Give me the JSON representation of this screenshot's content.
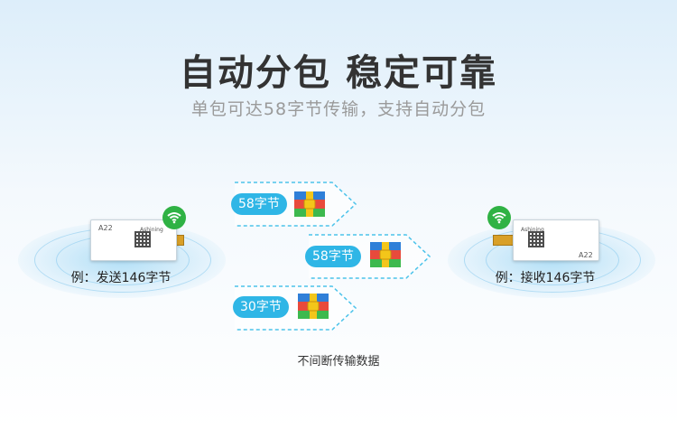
{
  "title": "自动分包 稳定可靠",
  "subtitle": "单包可达58字节传输，支持自动分包",
  "left_device": {
    "caption": "例：发送146字节",
    "model": "A22",
    "brand": "Ashining"
  },
  "right_device": {
    "caption": "例：接收146字节",
    "model": "A22",
    "brand": "Ashining"
  },
  "packets": [
    {
      "label": "58字节"
    },
    {
      "label": "58字节"
    },
    {
      "label": "30字节"
    }
  ],
  "footer": "不间断传输数据",
  "colors": {
    "badge": "#2fb6e6",
    "wifi": "#2fb244",
    "packet_red": "#e84a3c",
    "packet_yellow": "#f3c61a",
    "packet_green": "#3db94e",
    "packet_blue": "#2f7fd8"
  },
  "icons": [
    "wifi-icon",
    "packet-icon",
    "arrow-icon"
  ]
}
